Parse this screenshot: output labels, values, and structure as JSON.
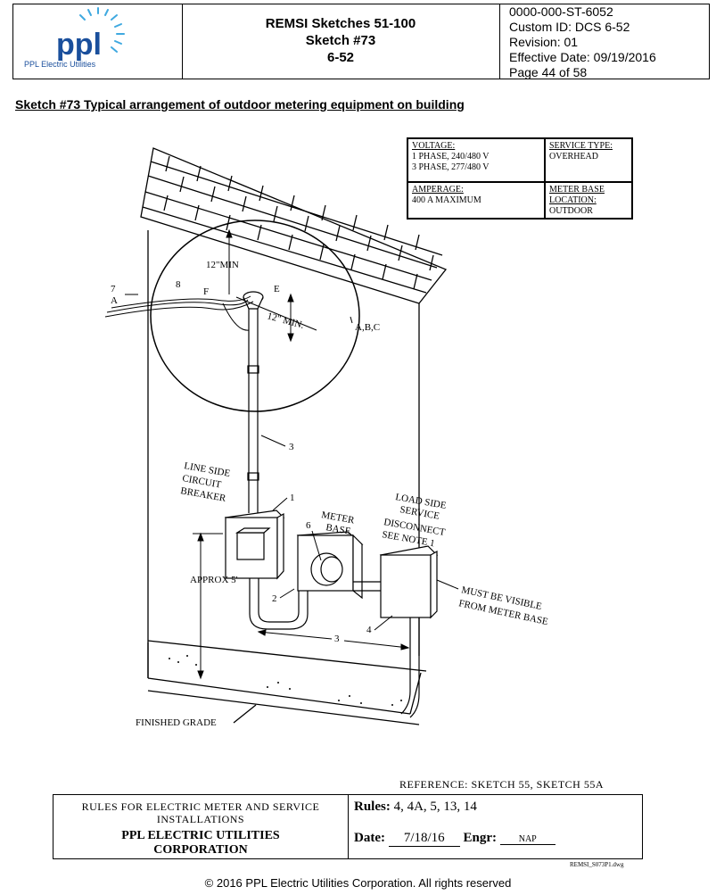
{
  "header": {
    "logo_text": "ppl",
    "logo_subtitle": "PPL Electric Utilities",
    "title_line1": "REMSI Sketches 51-100",
    "title_line2": "Sketch #73",
    "title_line3": "6-52",
    "doc_number": "0000-000-ST-6052",
    "custom_id": "Custom ID:  DCS 6-52",
    "revision": "Revision: 01",
    "effective_date": "Effective Date:  09/19/2016",
    "page": "Page 44 of 58"
  },
  "section_title": "Sketch #73 Typical arrangement of outdoor metering equipment on building",
  "spec_table": {
    "voltage_label": "VOLTAGE:",
    "voltage_1": "1 PHASE, 240/480 V",
    "voltage_3": "3 PHASE, 277/480 V",
    "service_type_label": "SERVICE TYPE:",
    "service_type_value": "OVERHEAD",
    "amperage_label": "AMPERAGE:",
    "amperage_value": "400 A MAXIMUM",
    "meter_base_label": "METER BASE",
    "location_label": "LOCATION:",
    "location_value": "OUTDOOR"
  },
  "drawing_labels": {
    "min12_top": "12\"MIN",
    "min12_side": "12\" MIN.",
    "label_7": "7",
    "label_A": "A",
    "label_8": "8",
    "label_F": "F",
    "label_E": "E",
    "label_abc": "A,B,C",
    "label_3_top": "3",
    "line_side_1": "LINE SIDE",
    "line_side_2": "CIRCUIT",
    "line_side_3": "BREAKER",
    "label_1": "1",
    "meter_1": "METER",
    "meter_2": "BASE",
    "label_6": "6",
    "load_1": "LOAD SIDE",
    "load_2": "SERVICE",
    "load_3": "DISCONNECT",
    "load_4": "SEE NOTE 1",
    "approx": "APPROX 5'",
    "label_2": "2",
    "label_4": "4",
    "label_3_bottom": "3",
    "visible_1": "MUST BE VISIBLE",
    "visible_2": "FROM METER BASE",
    "finished_grade": "FINISHED GRADE"
  },
  "reference": "REFERENCE:  SKETCH 55, SKETCH 55A",
  "footer": {
    "rules_title_1": "RULES FOR ELECTRIC METER AND SERVICE",
    "rules_title_2": "INSTALLATIONS",
    "org_1": "PPL ELECTRIC UTILITIES",
    "org_2": "CORPORATION",
    "rules_label": "Rules:",
    "rules_value": "4,  4A,  5,  13,  14",
    "date_label": "Date:",
    "date_value": "7/18/16",
    "engr_label": "Engr:",
    "engr_value": "NAP",
    "dwg_name": "REMSI_S073P1.dwg"
  },
  "copyright": "© 2016 PPL Electric Utilities Corporation. All rights reserved",
  "colors": {
    "logo_blue": "#1a4f9c",
    "logo_light": "#3fa9e0"
  }
}
